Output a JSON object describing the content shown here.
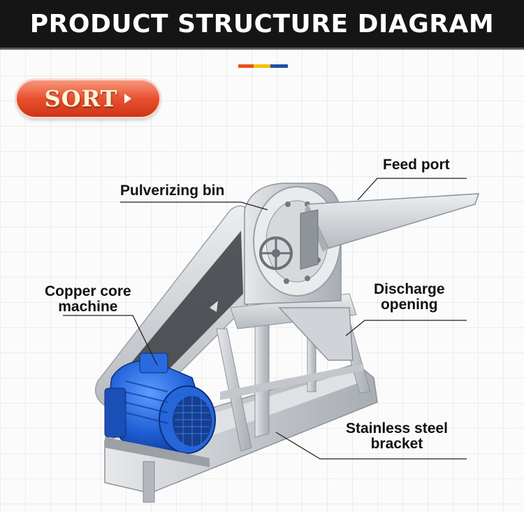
{
  "header": {
    "title": "PRODUCT STRUCTURE DIAGRAM"
  },
  "accent_colors": [
    "#e8501e",
    "#f5c000",
    "#1e4fa8"
  ],
  "sort_button": {
    "label": "SORT",
    "icon": "play-arrow-icon"
  },
  "callouts": {
    "feed_port": "Feed port",
    "pulverizing_bin": "Pulverizing bin",
    "copper_core_line1": "Copper core",
    "copper_core_line2": "machine",
    "discharge_line1": "Discharge",
    "discharge_line2": "opening",
    "bracket_line1": "Stainless steel",
    "bracket_line2": "bracket"
  },
  "colors": {
    "header_bg": "#151515",
    "motor_blue": "#1f5fd6",
    "steel": "#c9cdd2"
  }
}
